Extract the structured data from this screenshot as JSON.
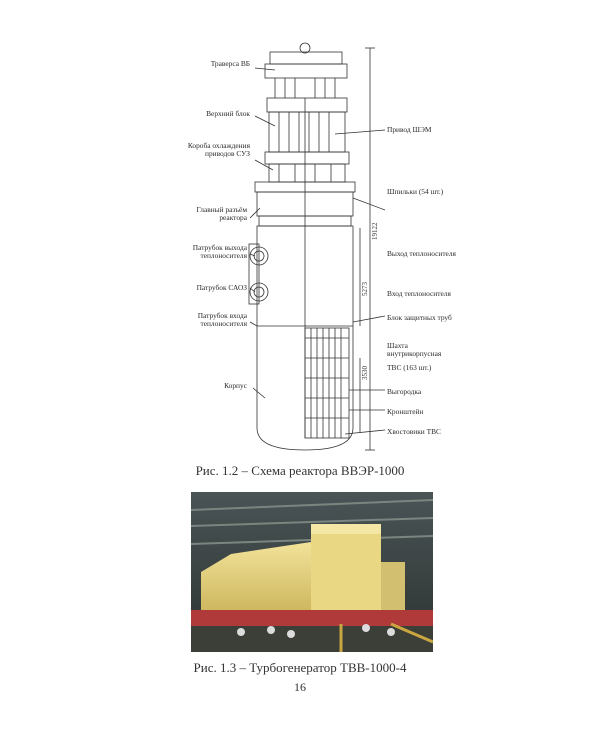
{
  "figure1": {
    "labels_left": [
      "Траверса ВБ",
      "Верхний блок",
      "Короба охлаждения приводов СУЗ",
      "Главный разъём реактора",
      "Патрубок выхода теплоносителя",
      "Патрубок САОЗ",
      "Патрубок входа теплоносителя",
      "Корпус"
    ],
    "labels_right": [
      "Привод ШЭМ",
      "Шпильки (54 шт.)",
      "Выход теплоносителя",
      "Вход теплоносителя",
      "Блок защитных труб",
      "Шахта внутрикорпусная",
      "ТВС (163 шт.)",
      "Выгородка",
      "Кронштейн",
      "Хвостовики ТВС"
    ],
    "dimensions": [
      "19122",
      "5273",
      "3530"
    ],
    "caption": "Рис. 1.2 – Схема реактора ВВЭР-1000"
  },
  "figure2": {
    "caption": "Рис. 1.3 – Турбогенератор ТВВ-1000-4"
  },
  "page_number": "16"
}
